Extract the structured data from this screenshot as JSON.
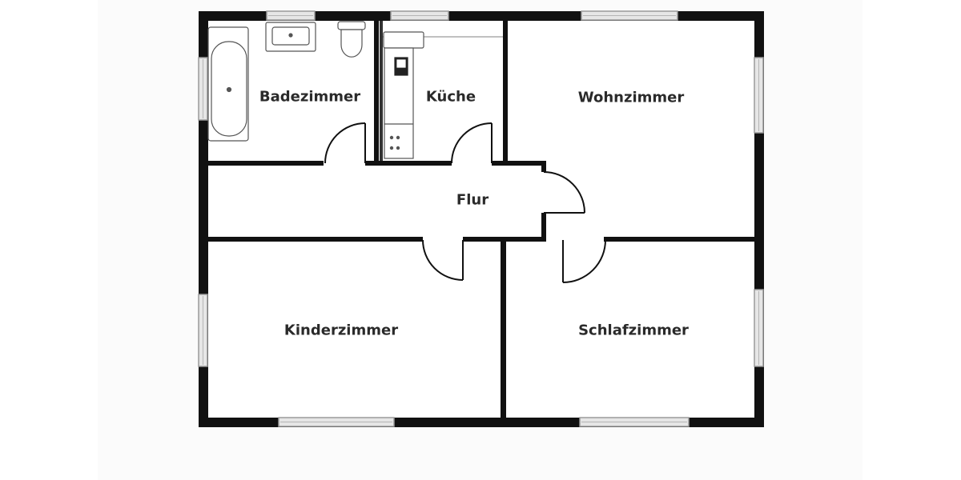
{
  "rooms": {
    "bathroom": "Badezimmer",
    "kitchen": "Küche",
    "living": "Wohnzimmer",
    "hallway": "Flur",
    "kids": "Kinderzimmer",
    "bedroom": "Schlafzimmer"
  },
  "colors": {
    "wall": "#111111",
    "window_frame": "#9a9a9a",
    "window_fill": "#e6e6e6",
    "fixture": "#555555"
  }
}
